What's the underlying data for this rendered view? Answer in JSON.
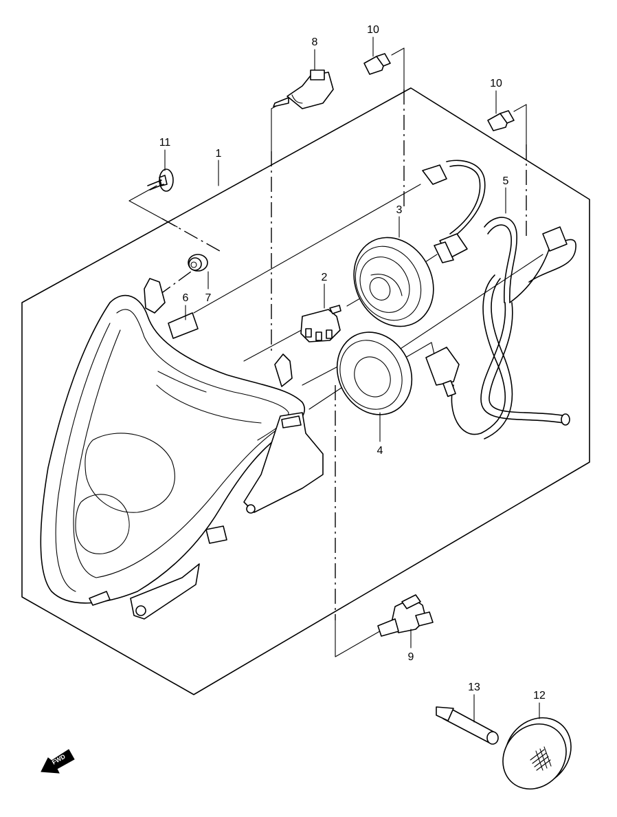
{
  "callouts": [
    {
      "id": "p1",
      "label": "1"
    },
    {
      "id": "p2",
      "label": "2"
    },
    {
      "id": "p3",
      "label": "3"
    },
    {
      "id": "p4",
      "label": "4"
    },
    {
      "id": "p5",
      "label": "5"
    },
    {
      "id": "p6",
      "label": "6"
    },
    {
      "id": "p7",
      "label": "7"
    },
    {
      "id": "p8",
      "label": "8"
    },
    {
      "id": "p9",
      "label": "9"
    },
    {
      "id": "p10a",
      "label": "10"
    },
    {
      "id": "p10b",
      "label": "10"
    },
    {
      "id": "p11",
      "label": "11"
    },
    {
      "id": "p12",
      "label": "12"
    },
    {
      "id": "p13",
      "label": "13"
    }
  ],
  "fwd_badge": {
    "text": "FWD"
  }
}
